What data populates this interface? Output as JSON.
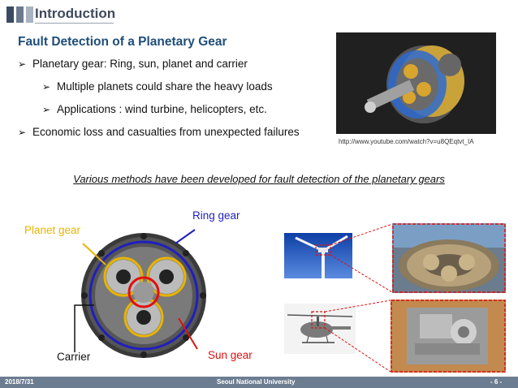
{
  "header": {
    "title": "Introduction"
  },
  "subtitle": "Fault Detection of a Planetary Gear",
  "bullets": [
    "Planetary gear: Ring, sun, planet and carrier",
    "Multiple planets could share the heavy loads",
    "Applications : wind turbine, helicopters, etc.",
    "Economic loss and casualties from unexpected failures"
  ],
  "video_source": "http://www.youtube.com/watch?v=u8QEqtvt_IA",
  "statement": "Various methods have been developed for fault detection of the planetary gears",
  "diagram_labels": {
    "ring": "Ring gear",
    "planet": "Planet gear",
    "carrier": "Carrier",
    "sun": "Sun gear"
  },
  "colors": {
    "ring": "#1f1fbf",
    "planet": "#e8b400",
    "sun": "#e01010",
    "carrier": "#111111",
    "accent": "#1f4e79",
    "footer_bg": "#6d7d91"
  },
  "footer": {
    "date": "2018/7/31",
    "institution": "Seoul National University",
    "page": "- 6 -"
  }
}
